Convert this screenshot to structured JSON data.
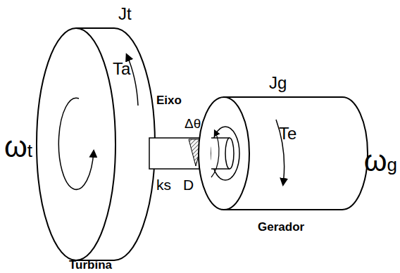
{
  "diagram": {
    "labels": [
      "Jt",
      "Ta",
      "Eixo",
      "Δθ",
      "Jg",
      "Te",
      "ωt",
      "ωg",
      "ks",
      "D",
      "Gerador",
      "Turbina"
    ]
  }
}
